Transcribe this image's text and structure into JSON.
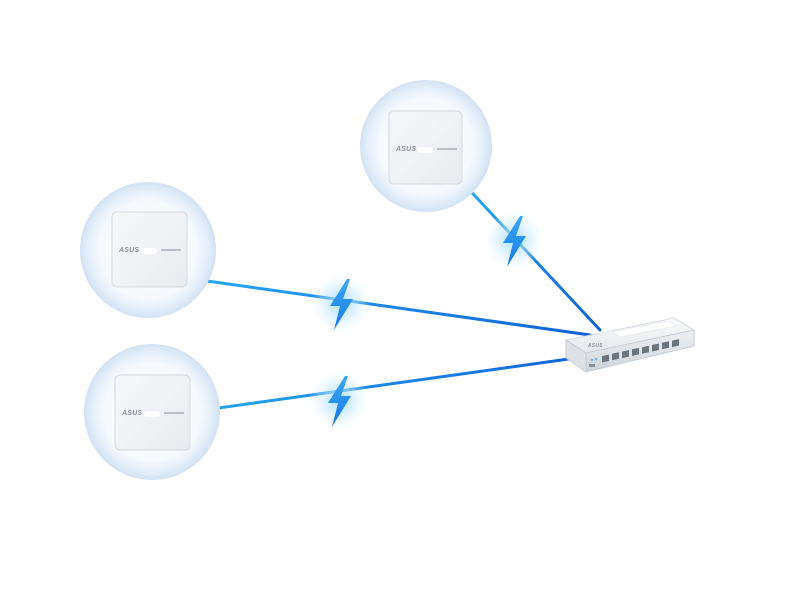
{
  "diagram": {
    "brand": "ASUS",
    "colors": {
      "link_line_start": "#25aaf2",
      "link_line_end": "#1062d6",
      "bolt_fill": "#1e8ff0",
      "bolt_glow": "#7fd0ff",
      "halo": "#dfeaf8",
      "device_face": "#f2f4f7"
    },
    "nodes": [
      {
        "id": "ap-top",
        "kind": "access-point",
        "icon": "ceiling-access-point-icon"
      },
      {
        "id": "ap-middle-left",
        "kind": "access-point",
        "icon": "ceiling-access-point-icon"
      },
      {
        "id": "ap-bottom-left",
        "kind": "access-point",
        "icon": "ceiling-access-point-icon"
      },
      {
        "id": "switch",
        "kind": "poe-switch",
        "icon": "network-switch-icon"
      }
    ],
    "links": [
      {
        "from": "ap-top",
        "to": "switch",
        "icon": "lightning-bolt-icon"
      },
      {
        "from": "ap-middle-left",
        "to": "switch",
        "icon": "lightning-bolt-icon"
      },
      {
        "from": "ap-bottom-left",
        "to": "switch",
        "icon": "lightning-bolt-icon"
      }
    ]
  }
}
